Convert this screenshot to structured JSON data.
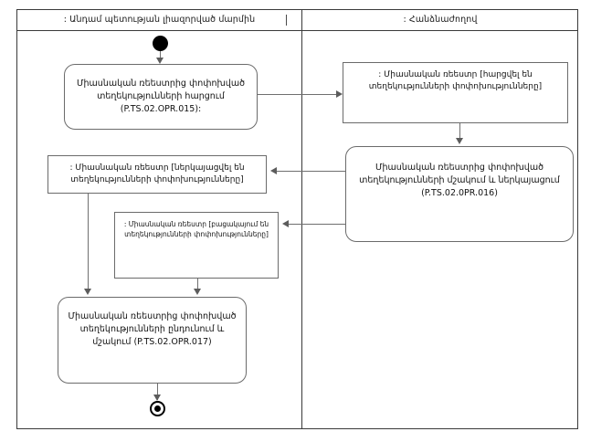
{
  "diagram": {
    "type": "uml-activity-diagram",
    "swimlanes": [
      {
        "id": "left",
        "label": ": Անդամ պետության լիազորված մարմին"
      },
      {
        "id": "right",
        "label": ": Հանձնաժողով"
      }
    ],
    "nodes": {
      "start": {
        "kind": "initial-node",
        "lane": "left"
      },
      "action_015": {
        "kind": "action",
        "lane": "left",
        "label": "Միասնական ռեեստրից փոփոխված տեղեկությունների հարցում (P.TS.02.OPR.015):"
      },
      "object_requested": {
        "kind": "object-state",
        "lane": "right",
        "label": ": Միասնական ռեեստր [հարցվել են տեղեկությունների փոփոխությունները]"
      },
      "action_016": {
        "kind": "action",
        "lane": "right",
        "label": "Միասնական ռեեստրից փոփոխված տեղեկությունների մշակում և ներկայացում (P.TS.02.0PR.016)"
      },
      "object_presented": {
        "kind": "object-state",
        "lane": "left",
        "label": ": Միասնական ռեեստր [ներկայացվել են տեղեկությունների փոփոխությունները]"
      },
      "object_absent": {
        "kind": "object-state",
        "lane": "left",
        "label": ": Միասնական ռեեստր [բացակայում են տեղեկությունների փոփոխությունները]"
      },
      "action_017": {
        "kind": "action",
        "lane": "left",
        "label": "Միասնական ռեեստրից փոփոխված տեղեկությունների ընդունում և մշակում (P.TS.02.OPR.017)"
      },
      "end": {
        "kind": "final-node",
        "lane": "left"
      }
    }
  }
}
